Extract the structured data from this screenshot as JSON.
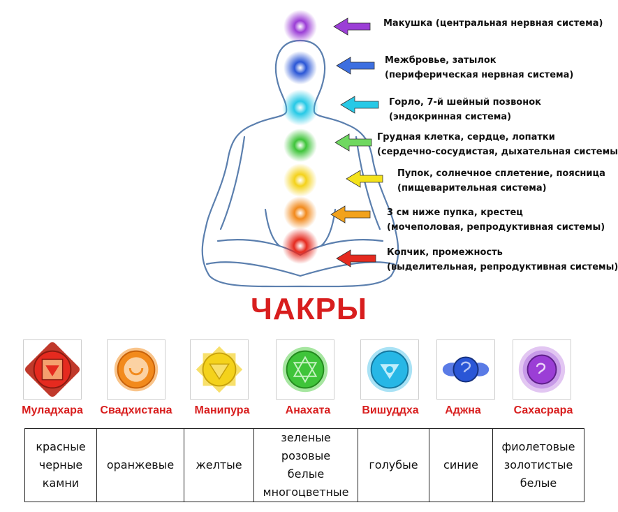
{
  "chakras": [
    {
      "name": "Муладхара",
      "color": "#e52a1f",
      "lines": [
        "Копчик, промежность",
        "(выделительная, репродуктивная системы)"
      ],
      "stones": [
        "красные",
        "черные",
        "камни"
      ]
    },
    {
      "name": "Свадхистана",
      "color": "#f28a1c",
      "lines": [
        "3 см ниже пупка, крестец",
        "(мочеполовая, репродуктивная системы)"
      ],
      "stones": [
        "оранжевые"
      ]
    },
    {
      "name": "Манипура",
      "color": "#f4d21b",
      "lines": [
        "Пупок, солнечное сплетение, поясница",
        "(пищеварительная система)"
      ],
      "stones": [
        "желтые"
      ]
    },
    {
      "name": "Анахата",
      "color": "#3fc43a",
      "lines": [
        "Грудная клетка, сердце, лопатки",
        "(сердечно-сосудистая, дыхательная системы)"
      ],
      "stones": [
        "зеленые",
        "розовые",
        "белые",
        "многоцветные"
      ]
    },
    {
      "name": "Вишуддха",
      "color": "#27b7e6",
      "lines": [
        "Горло, 7-й шейный позвонок",
        "(эндокринная система)"
      ],
      "stones": [
        "голубые"
      ]
    },
    {
      "name": "Аджна",
      "color": "#2a56d6",
      "lines": [
        "Межбровье, затылок",
        "(периферическая нервная система)"
      ],
      "stones": [
        "синие"
      ]
    },
    {
      "name": "Сахасрара",
      "color": "#9b3ed6",
      "lines": [
        "Макушка (центральная нервная система)"
      ],
      "stones": [
        "фиолетовые",
        "золотистые",
        "белые"
      ]
    }
  ],
  "title": "ЧАКРЫ",
  "colors": {
    "title": "#d81e1e",
    "names": "#d81e1e",
    "outline": "#5b7fae"
  }
}
